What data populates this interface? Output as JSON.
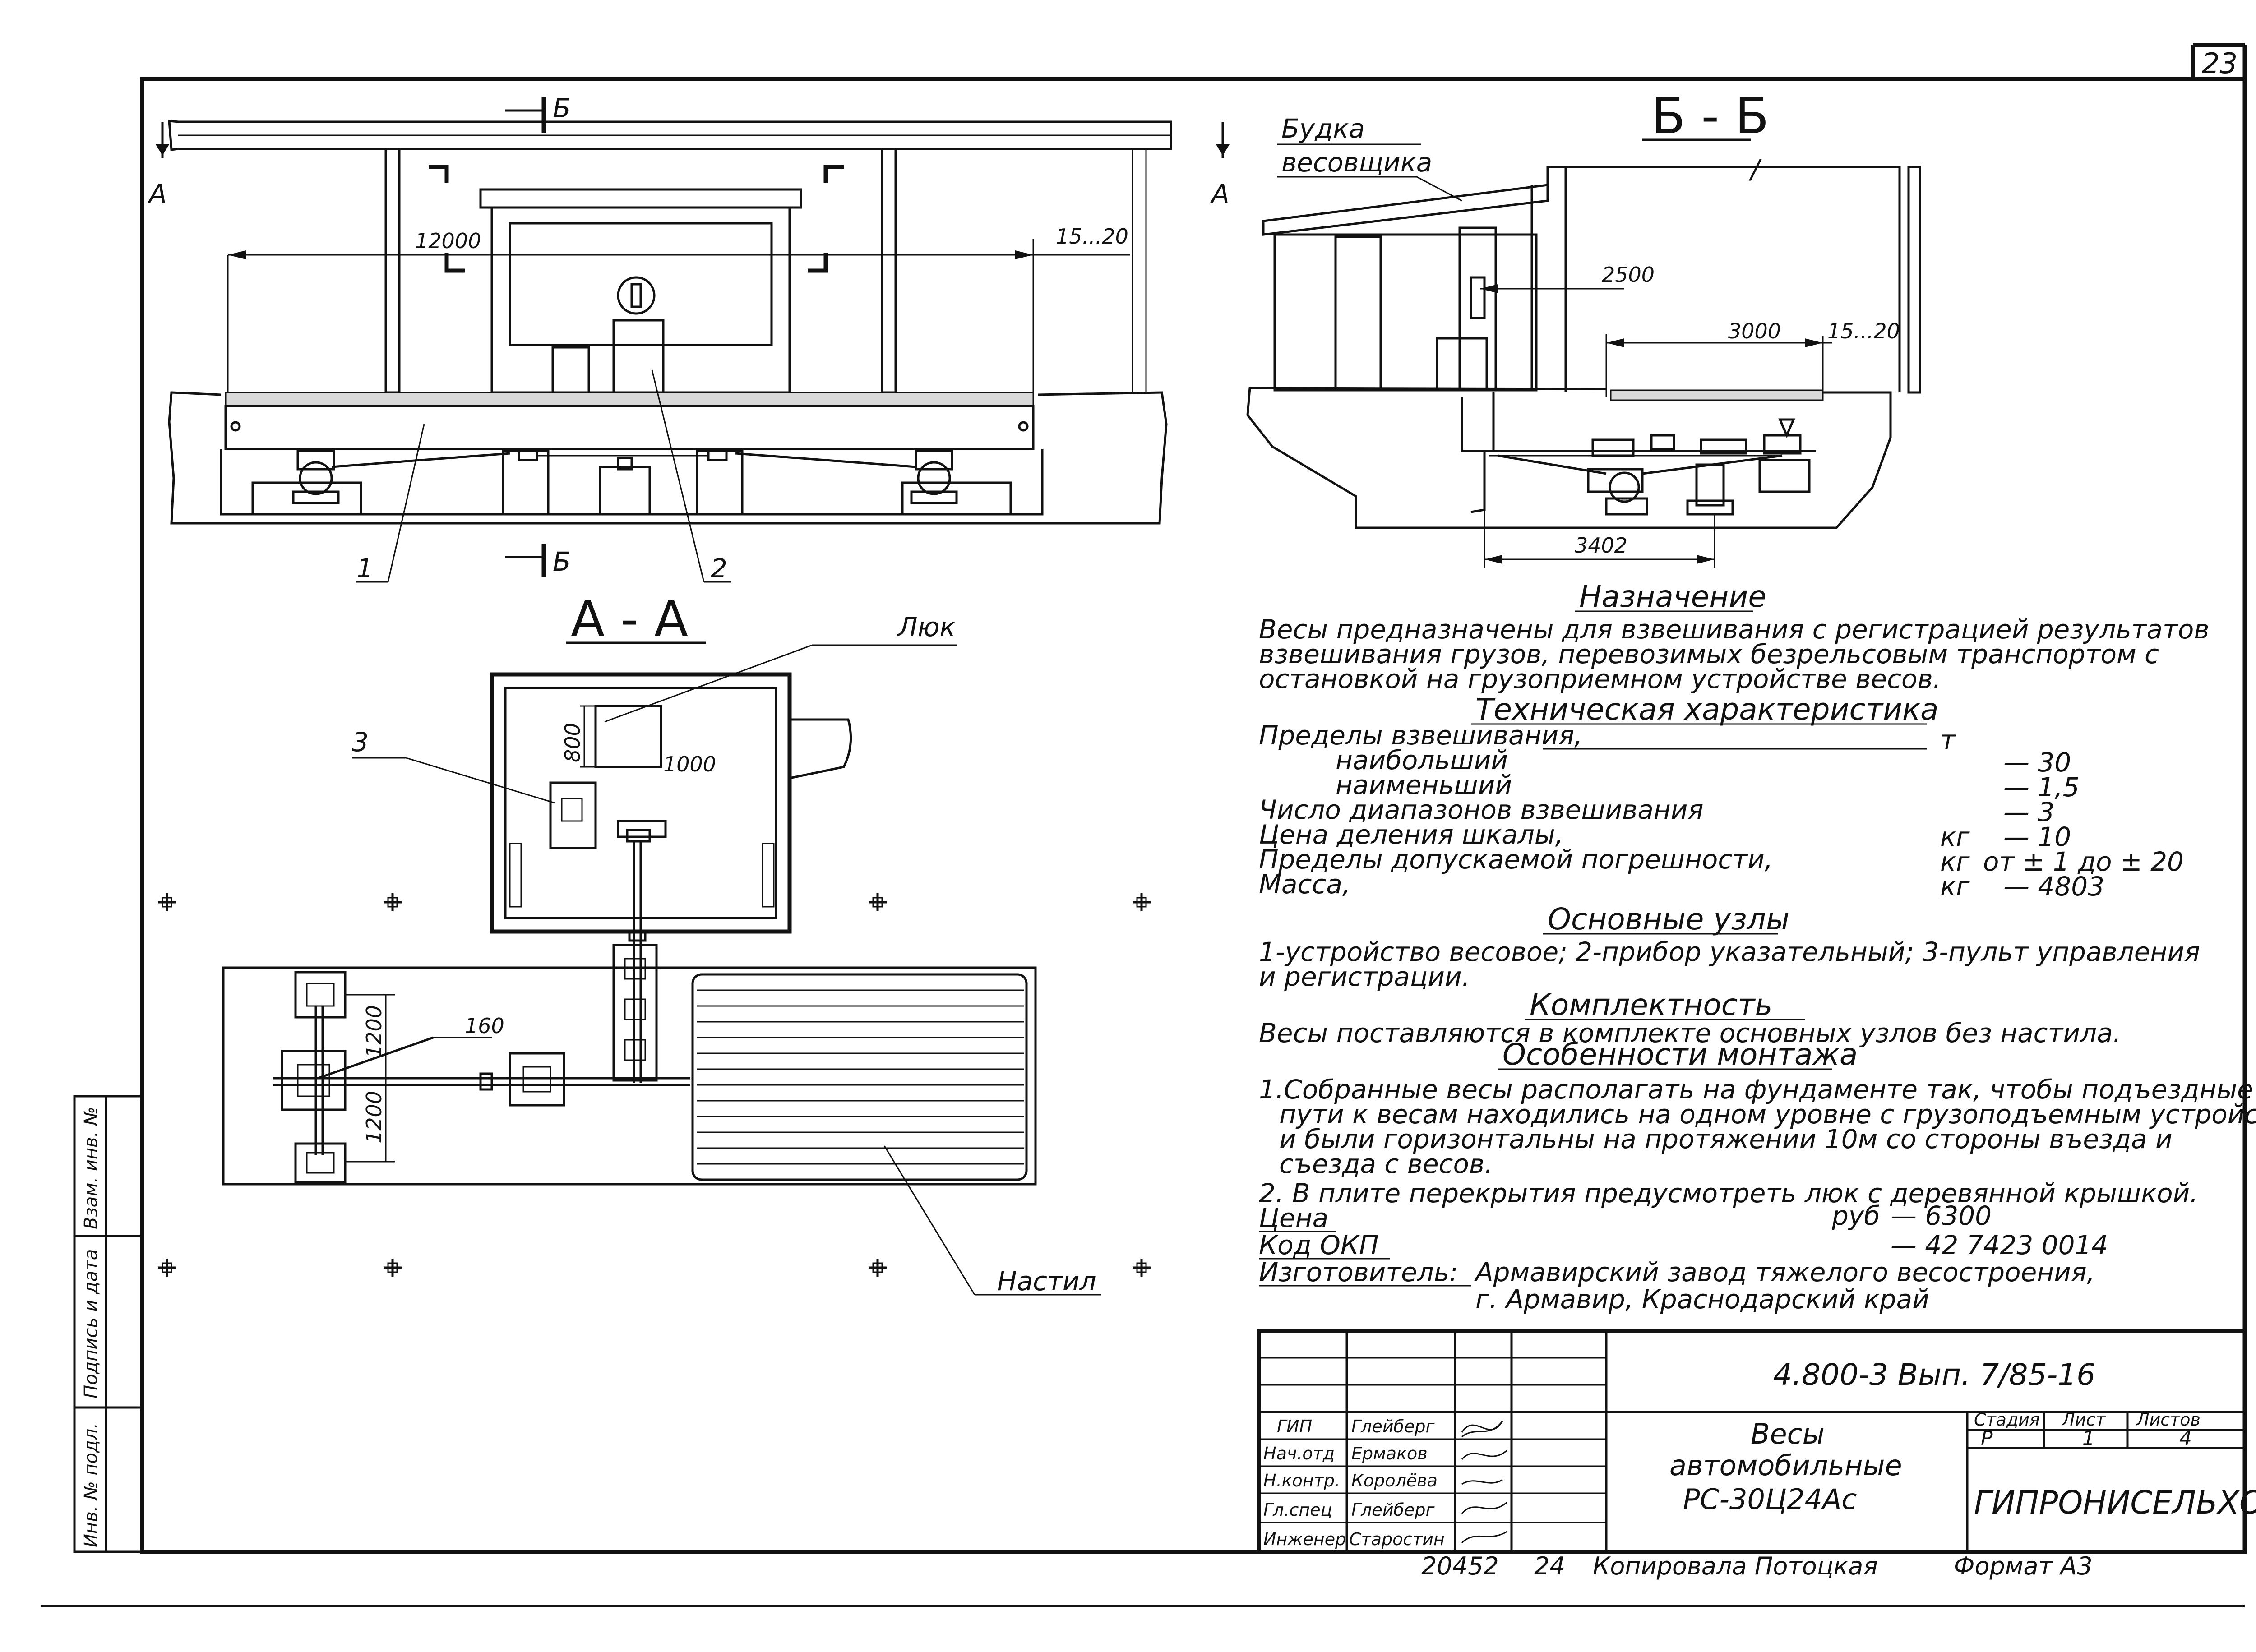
{
  "sheet": {
    "page_number": "23",
    "drawing_code": "4.800-3  Вып. 7/85-16",
    "title_lines": [
      "Весы",
      "автомобильные",
      "РС-30Ц24Ас"
    ],
    "stage_header": "Стадия",
    "sheet_header": "Лист",
    "sheets_header": "Листов",
    "stage": "Р",
    "sheet": "1",
    "sheets": "4",
    "organization": "ГИПРОНИСЕЛЬХОЗ",
    "roles": [
      {
        "role": "ГИП",
        "name": "Глейберг"
      },
      {
        "role": "Нач.отд",
        "name": "Ермаков"
      },
      {
        "role": "Н.контр.",
        "name": "Королёва"
      },
      {
        "role": "Гл.спец",
        "name": "Глейберг"
      },
      {
        "role": "Инженер",
        "name": "Старостин"
      }
    ],
    "footer_number": "20452",
    "footer_sheet": "24",
    "copied_by": "Копировала Потоцкая",
    "format": "Формат А3",
    "margin_labels": [
      "Инв. № подл.",
      "Подпись и дата",
      "Взам. инв. №"
    ]
  },
  "views": {
    "front": {
      "section_marks": [
        "Б",
        "Б",
        "А",
        "А"
      ],
      "dim_length": "12000",
      "dim_gap": "15...20",
      "callout_1": "1",
      "callout_2": "2"
    },
    "section_bb": {
      "title": "Б - Б",
      "booth_label_1": "Будка",
      "booth_label_2": "весовщика",
      "dim_2500": "2500",
      "dim_3000": "3000",
      "dim_gap": "15...20",
      "dim_3402": "3402"
    },
    "section_aa": {
      "title": "А - А",
      "hatch_label": "Люк",
      "callout_3": "3",
      "dim_800": "800",
      "dim_1000": "1000",
      "dim_1200a": "1200",
      "dim_1200b": "1200",
      "dim_160": "160",
      "deck_label": "Настил"
    }
  },
  "notes": {
    "purpose_title": "Назначение",
    "purpose_lines": [
      "Весы предназначены для взвешивания с регистрацией результатов",
      "взвешивания грузов, перевозимых безрельсовым транспортом с",
      "остановкой на грузоприемном устройстве весов."
    ],
    "spec_title": "Техническая характеристика",
    "spec_rows": [
      {
        "label": "Пределы взвешивания,",
        "unit": "т",
        "value": ""
      },
      {
        "label": "наибольший",
        "unit": "",
        "value": "— 30"
      },
      {
        "label": "наименьший",
        "unit": "",
        "value": "— 1,5"
      },
      {
        "label": "Число диапазонов взвешивания",
        "unit": "",
        "value": "— 3"
      },
      {
        "label": "Цена деления шкалы,",
        "unit": "кг",
        "value": "— 10"
      },
      {
        "label": "Пределы допускаемой погрешности,",
        "unit": "кг",
        "value": "от ± 1 до ± 20"
      },
      {
        "label": "Масса,",
        "unit": "кг",
        "value": "— 4803"
      }
    ],
    "units_title": "Основные узлы",
    "units_lines": [
      "1-устройство весовое; 2-прибор указательный; 3-пульт управления",
      "и регистрации."
    ],
    "completeness_title": "Комплектность",
    "completeness_line": "Весы поставляются в комплекте основных узлов без настила.",
    "install_title": "Особенности монтажа",
    "install_lines": [
      "1.Собранные весы располагать на фундаменте так, чтобы подъездные",
      "пути к весам находились на одном уровне с грузоподъемным устройством",
      "и были горизонтальны на протяжении 10м со стороны въезда и",
      "съезда с весов.",
      "2. В плите перекрытия предусмотреть люк с деревянной крышкой."
    ],
    "price_label": "Цена",
    "price_unit": "руб",
    "price_value": "— 6300",
    "okp_label": "Код ОКП",
    "okp_value": "— 42 7423 0014",
    "maker_label": "Изготовитель:",
    "maker_line1": "Армавирский завод тяжелого весостроения,",
    "maker_line2": "г. Армавир, Краснодарский край"
  }
}
